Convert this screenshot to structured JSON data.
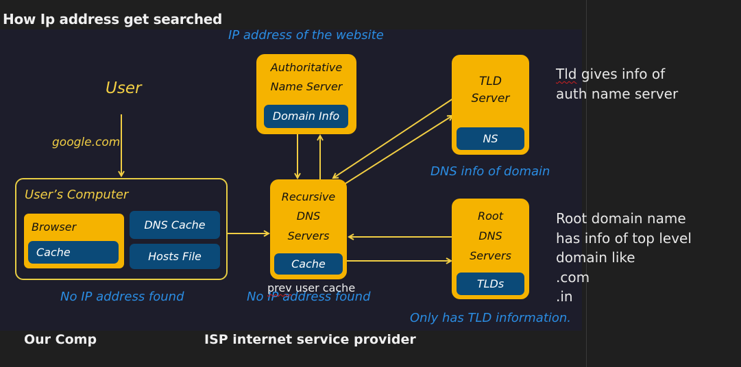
{
  "page": {
    "title": "How Ip address get searched"
  },
  "diagram": {
    "top_caption": "IP address of the website",
    "user_label": "User",
    "query_label": "google.com",
    "users_computer": {
      "title": "User’s Computer",
      "browser": {
        "title": "Browser",
        "cache": "Cache"
      },
      "dns_cache": "DNS Cache",
      "hosts_file": "Hosts File",
      "caption": "No IP address found"
    },
    "authoritative": {
      "line1": "Authoritative",
      "line2": "Name Server",
      "inner": "Domain Info"
    },
    "tld": {
      "line1": "TLD",
      "line2": "Server",
      "inner": "NS",
      "caption": "DNS info of domain"
    },
    "recursive": {
      "line1": "Recursive",
      "line2": "DNS",
      "line3": "Servers",
      "inner": "Cache",
      "caption": "No IP address found"
    },
    "root": {
      "line1": "Root",
      "line2": "DNS",
      "line3": "Servers",
      "inner": "TLDs",
      "caption": "Only has TLD information."
    },
    "colors": {
      "box": "#f5b300",
      "inner": "#0b4a78",
      "arrow": "#f2cf44",
      "caption": "#2b8de3",
      "canvas": "#1d1d2b"
    }
  },
  "annotations": {
    "prev_cache_word1": "prev",
    "prev_cache_rest": " user cache",
    "tld_note_word1": "Tld",
    "tld_note_rest1": " gives info of",
    "tld_note_line2": "auth name server",
    "root_note": [
      "Root domain name",
      "has info of top level",
      "domain like",
      ".com",
      ".in"
    ]
  },
  "footer": {
    "left": "Our Comp",
    "right": "ISP internet service provider"
  }
}
